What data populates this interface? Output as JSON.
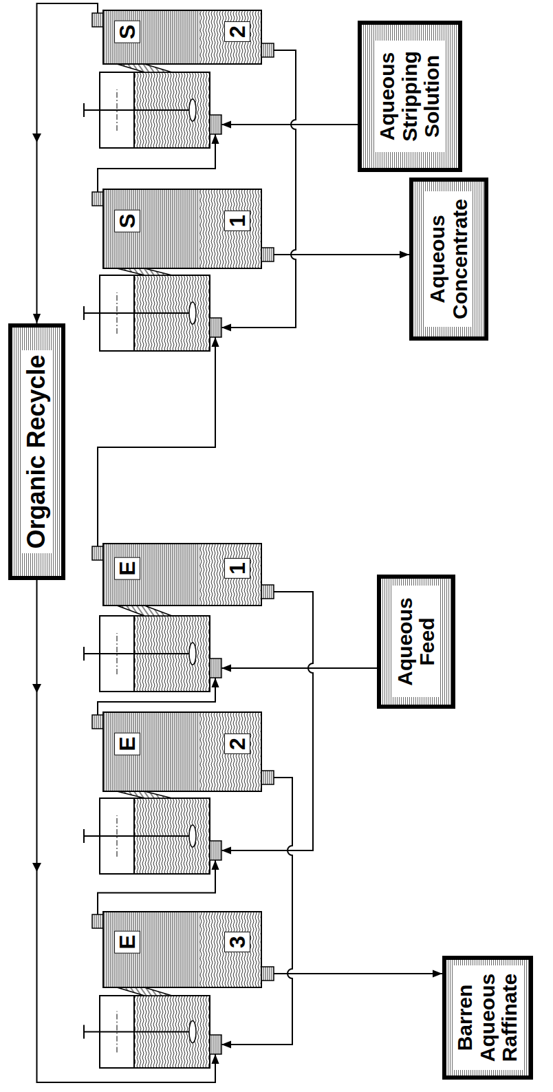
{
  "diagram": {
    "nodes": [
      {
        "text": [
          "Organic Recycle"
        ]
      },
      {
        "text": [
          "E",
          "3"
        ]
      },
      {
        "text": [
          "E",
          "2"
        ]
      },
      {
        "text": [
          "E",
          "1"
        ]
      },
      {
        "text": [
          "Aqueous Feed"
        ]
      },
      {
        "text": [
          "Barren Aqueous Raffinate"
        ]
      },
      {
        "text": [
          "S",
          "1"
        ]
      },
      {
        "text": [
          "S",
          "2"
        ]
      },
      {
        "text": [
          "Aqueous Concentrate"
        ]
      },
      {
        "text": [
          "Aqueous Stripping Solution"
        ]
      }
    ],
    "edges": [
      {
        "from": 7,
        "to": 0,
        "arrow": "to"
      },
      {
        "from": 0,
        "to": 1,
        "arrow": "to"
      },
      {
        "from": 1,
        "to": 2,
        "arrow": "to"
      },
      {
        "from": 2,
        "to": 3,
        "arrow": "to"
      },
      {
        "from": 3,
        "to": 6,
        "arrow": "to"
      },
      {
        "from": 6,
        "to": 7,
        "arrow": "to"
      },
      {
        "from": 4,
        "to": 3,
        "arrow": "to"
      },
      {
        "from": 3,
        "to": 2,
        "arrow": "to"
      },
      {
        "from": 2,
        "to": 1,
        "arrow": "to"
      },
      {
        "from": 1,
        "to": 5,
        "arrow": "to"
      },
      {
        "from": 9,
        "to": 7,
        "arrow": "to"
      },
      {
        "from": 7,
        "to": 6,
        "arrow": "to"
      },
      {
        "from": 6,
        "to": 8,
        "arrow": "to"
      }
    ]
  }
}
